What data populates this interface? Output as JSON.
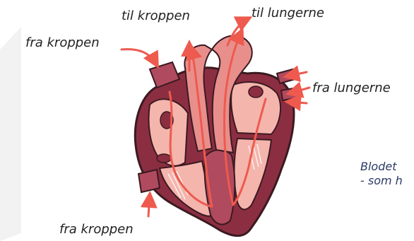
{
  "labels": {
    "til_kroppen": "til kroppen",
    "til_lungerne": "til lungerne",
    "fra_kroppen_top": "fra kroppen",
    "fra_lungerne": "fra lungerne",
    "fra_kroppen_bottom": "fra kroppen"
  },
  "caption": {
    "line1": "Blodet",
    "line2": "- som h"
  },
  "colors": {
    "arrow": "#ee5a4e",
    "outline": "#3a1a20",
    "muscle_dark": "#8c2e42",
    "muscle_mid": "#b04a5e",
    "chamber_light": "#f4b5ad",
    "vessel_pink": "#e88f8c",
    "caption_text": "#2a3a66"
  },
  "icons": [
    "heart-illustration",
    "arrow-icon"
  ]
}
